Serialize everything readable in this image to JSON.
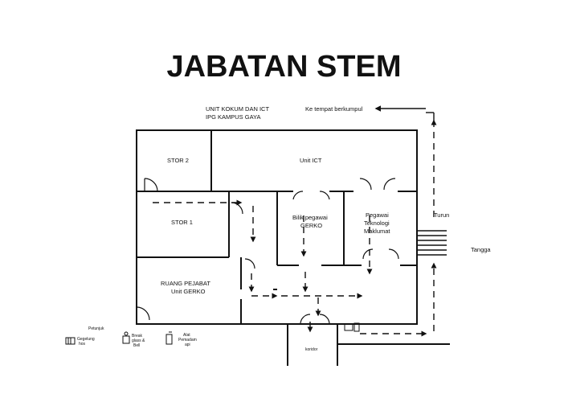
{
  "title": "JABATAN STEM",
  "header": {
    "line1": "UNIT KOKUM  DAN ICT",
    "line2": "IPG KAMPUS GAYA",
    "assembly": "Ke tempat berkumpul"
  },
  "rooms": {
    "stor2": "STOR 2",
    "unit_ict": "Unit ICT",
    "stor1": "STOR 1",
    "bilik_line1": "Bilik pegawai",
    "bilik_line2": "GERKO",
    "pegawai_line1": "Pegawai",
    "pegawai_line2": "Teknologi",
    "pegawai_line3": "Maklumat",
    "ruang_line1": "RUANG PEJABAT",
    "ruang_line2": "Unit GERKO"
  },
  "labels": {
    "turun": "Turun",
    "tangga": "Tangga",
    "koridor": "koridor"
  },
  "legend": {
    "heading": "Petunjuk",
    "item1_line1": "Gegelung",
    "item1_line2": "hos",
    "item2_line1": "Break",
    "item2_line2": "glass &",
    "item2_line3": "Bell",
    "item3_line1": "Alat",
    "item3_line2": "Pemadam",
    "item3_line3": "api"
  }
}
